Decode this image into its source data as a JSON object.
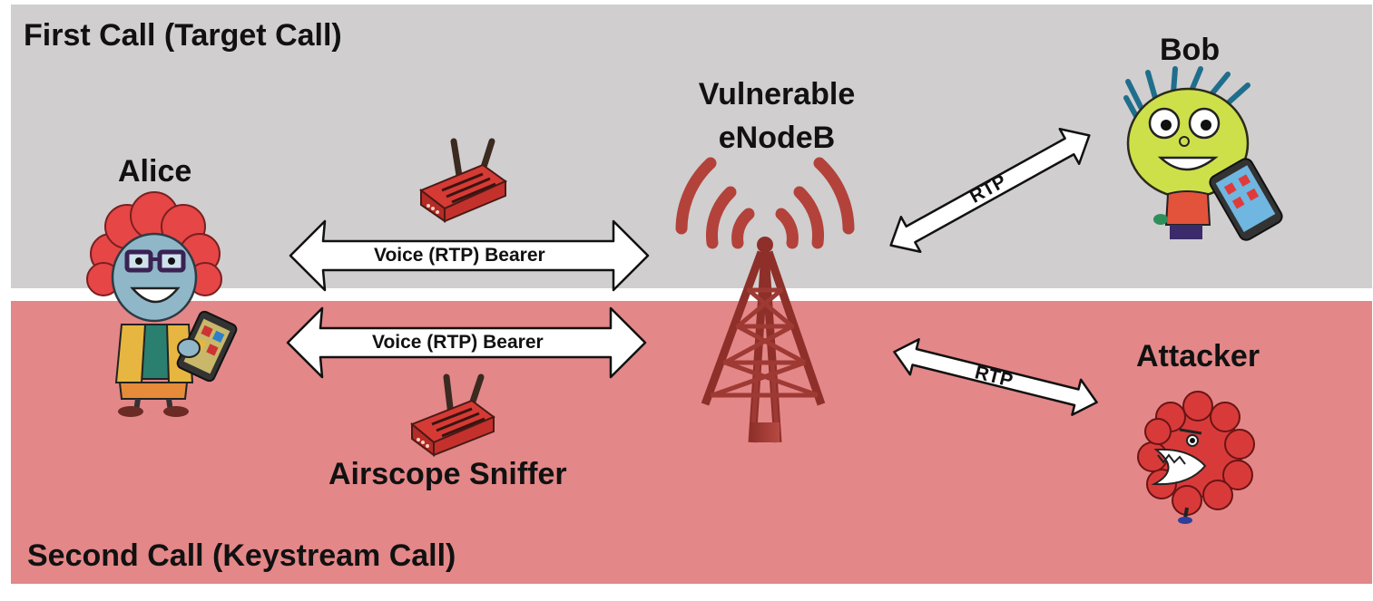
{
  "colors": {
    "top_band": "#d0cecf",
    "bottom_band": "#e38788",
    "device_red": "#c9302c",
    "tower_red": "#a53b34"
  },
  "bands": {
    "first_call": "First Call (Target Call)",
    "second_call": "Second Call (Keystream  Call)"
  },
  "actors": {
    "alice": "Alice",
    "bob": "Bob",
    "attacker": "Attacker"
  },
  "tower": {
    "line1": "Vulnerable",
    "line2": "eNodeB"
  },
  "sniffer": {
    "label": "Airscope Sniffer"
  },
  "links": {
    "top_bearer": "Voice (RTP) Bearer",
    "bottom_bearer": "Voice (RTP) Bearer",
    "bob_rtp": "RTP",
    "attacker_rtp": "RTP"
  },
  "icons": [
    "alice-character-icon",
    "bob-character-icon",
    "attacker-monster-icon",
    "enodeb-tower-icon",
    "radio-sniffer-icon"
  ]
}
